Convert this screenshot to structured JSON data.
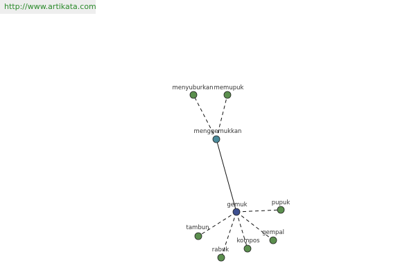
{
  "watermark": "http://www.artikata.com",
  "colors": {
    "leaf_node": "#5b8f4e",
    "hub_node": "#3d4f8f",
    "mid_node": "#4a8a9a",
    "edge": "#111111",
    "label": "#333333"
  },
  "graph": {
    "nodes": [
      {
        "id": "menggemukkan",
        "label": "menggemukkan",
        "kind": "mid"
      },
      {
        "id": "menyuburkan",
        "label": "menyuburkan",
        "kind": "leaf"
      },
      {
        "id": "memupuk",
        "label": "memupuk",
        "kind": "leaf"
      },
      {
        "id": "gemuk",
        "label": "gemuk",
        "kind": "hub"
      },
      {
        "id": "pupuk",
        "label": "pupuk",
        "kind": "leaf"
      },
      {
        "id": "tambun",
        "label": "tambun",
        "kind": "leaf"
      },
      {
        "id": "rabuk",
        "label": "rabuk",
        "kind": "leaf"
      },
      {
        "id": "kompos",
        "label": "kompos",
        "kind": "leaf"
      },
      {
        "id": "gempal",
        "label": "gempal",
        "kind": "leaf"
      }
    ],
    "edges": [
      {
        "from": "menggemukkan",
        "to": "menyuburkan",
        "style": "dashed"
      },
      {
        "from": "menggemukkan",
        "to": "memupuk",
        "style": "dashed"
      },
      {
        "from": "menggemukkan",
        "to": "gemuk",
        "style": "solid"
      },
      {
        "from": "gemuk",
        "to": "pupuk",
        "style": "dashed"
      },
      {
        "from": "gemuk",
        "to": "tambun",
        "style": "dashed"
      },
      {
        "from": "gemuk",
        "to": "rabuk",
        "style": "dashed"
      },
      {
        "from": "gemuk",
        "to": "kompos",
        "style": "dashed"
      },
      {
        "from": "gemuk",
        "to": "gempal",
        "style": "dashed"
      }
    ]
  }
}
